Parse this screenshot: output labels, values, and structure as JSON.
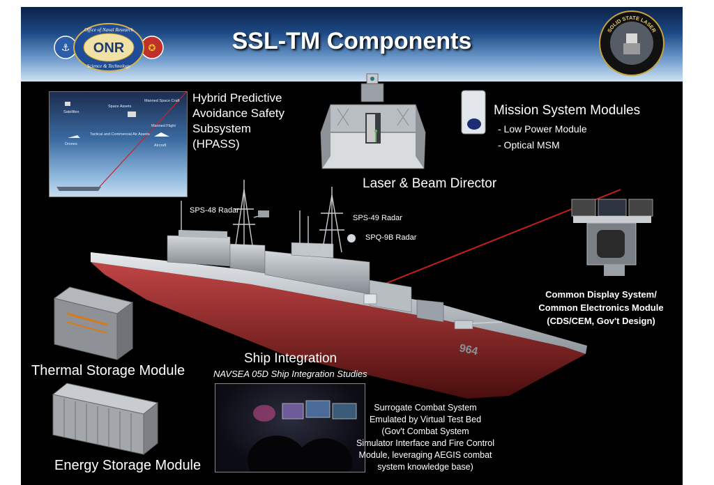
{
  "title": "SSL-TM Components",
  "logos": {
    "onr_letters": "ONR",
    "onr_ring_top": "Office of Naval Research",
    "onr_ring_bottom": "Science & Technology",
    "ssl_ring": "SOLID STATE LASER"
  },
  "hpass": {
    "lines": [
      "Hybrid Predictive",
      "Avoidance Safety",
      "Subsystem",
      "(HPASS)"
    ],
    "image_labels": [
      "Satellites",
      "Space Assets",
      "Manned Space Craft",
      "Tactical and Commercial Air Assets",
      "Manned Flight",
      "Drones",
      "Aircraft"
    ]
  },
  "laser": {
    "label": "Laser  & Beam Director"
  },
  "msm": {
    "title": "Mission System Modules",
    "items": [
      "- Low Power Module",
      "- Optical MSM"
    ]
  },
  "radars": [
    "SPS-48 Radar",
    "SPS-49 Radar",
    "SPQ-9B Radar"
  ],
  "ship": {
    "hull_number": "964"
  },
  "cds": {
    "lines": [
      "Common Display System/",
      "Common Electronics Module",
      "(CDS/CEM, Gov't Design)"
    ]
  },
  "thermal": {
    "label": "Thermal Storage Module"
  },
  "energy": {
    "label": "Energy Storage Module"
  },
  "ship_integration": {
    "title": "Ship Integration",
    "subtitle": "NAVSEA 05D Ship Integration Studies"
  },
  "surrogate": {
    "lines": [
      "Surrogate Combat System",
      "Emulated by Virtual Test Bed",
      "(Gov't Combat System",
      "Simulator Interface and Fire Control",
      "Module, leveraging AEGIS combat",
      "system knowledge base)"
    ]
  }
}
